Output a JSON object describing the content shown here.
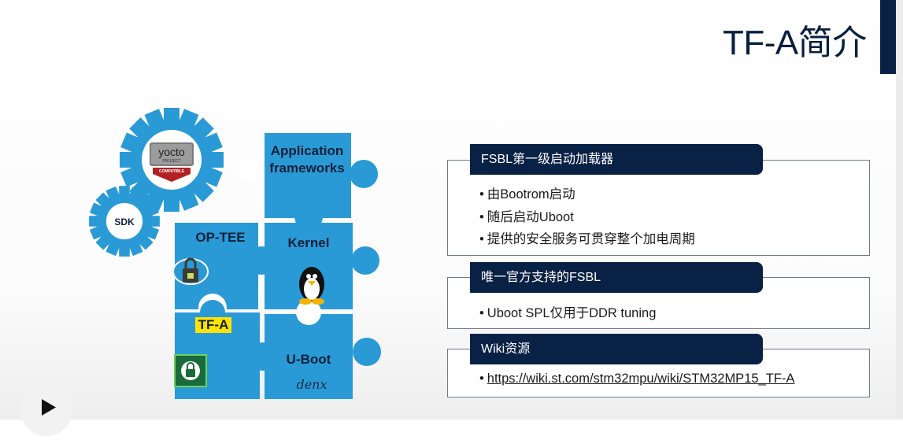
{
  "slide": {
    "title": "TF-A简介"
  },
  "puzzle": {
    "application": "Application\nframeworks",
    "kernel": "Kernel",
    "optee": "OP-TEE",
    "tfa": "TF-A",
    "uboot": "U-Boot",
    "sdk": "SDK",
    "yocto": "yocto",
    "yocto_sub": "PROJECT",
    "yocto_badge": "COMPATIBLE",
    "denx": "denx"
  },
  "sections": [
    {
      "heading": "FSBL第一级启动加载器",
      "bullets": [
        "由Bootrom启动",
        "随后启动Uboot",
        "提供的安全服务可贯穿整个加电周期"
      ]
    },
    {
      "heading": "唯一官方支持的FSBL",
      "bullets": [
        "Uboot SPL仅用于DDR tuning"
      ]
    },
    {
      "heading": "Wiki资源",
      "bullets": [
        "https://wiki.st.com/stm32mpu/wiki/STM32MP15_TF-A"
      ]
    }
  ],
  "bullet_char": "•",
  "colors": {
    "navy": "#0a2146",
    "puzzle_blue": "#2a9ad6",
    "gear_blue": "#2a9ad6",
    "highlight": "#ffe300"
  },
  "icons": {
    "play": "play-icon",
    "tux": "tux-penguin-icon",
    "lock_cloud": "cloud-lock-icon",
    "lock_chip": "chip-lock-icon"
  }
}
